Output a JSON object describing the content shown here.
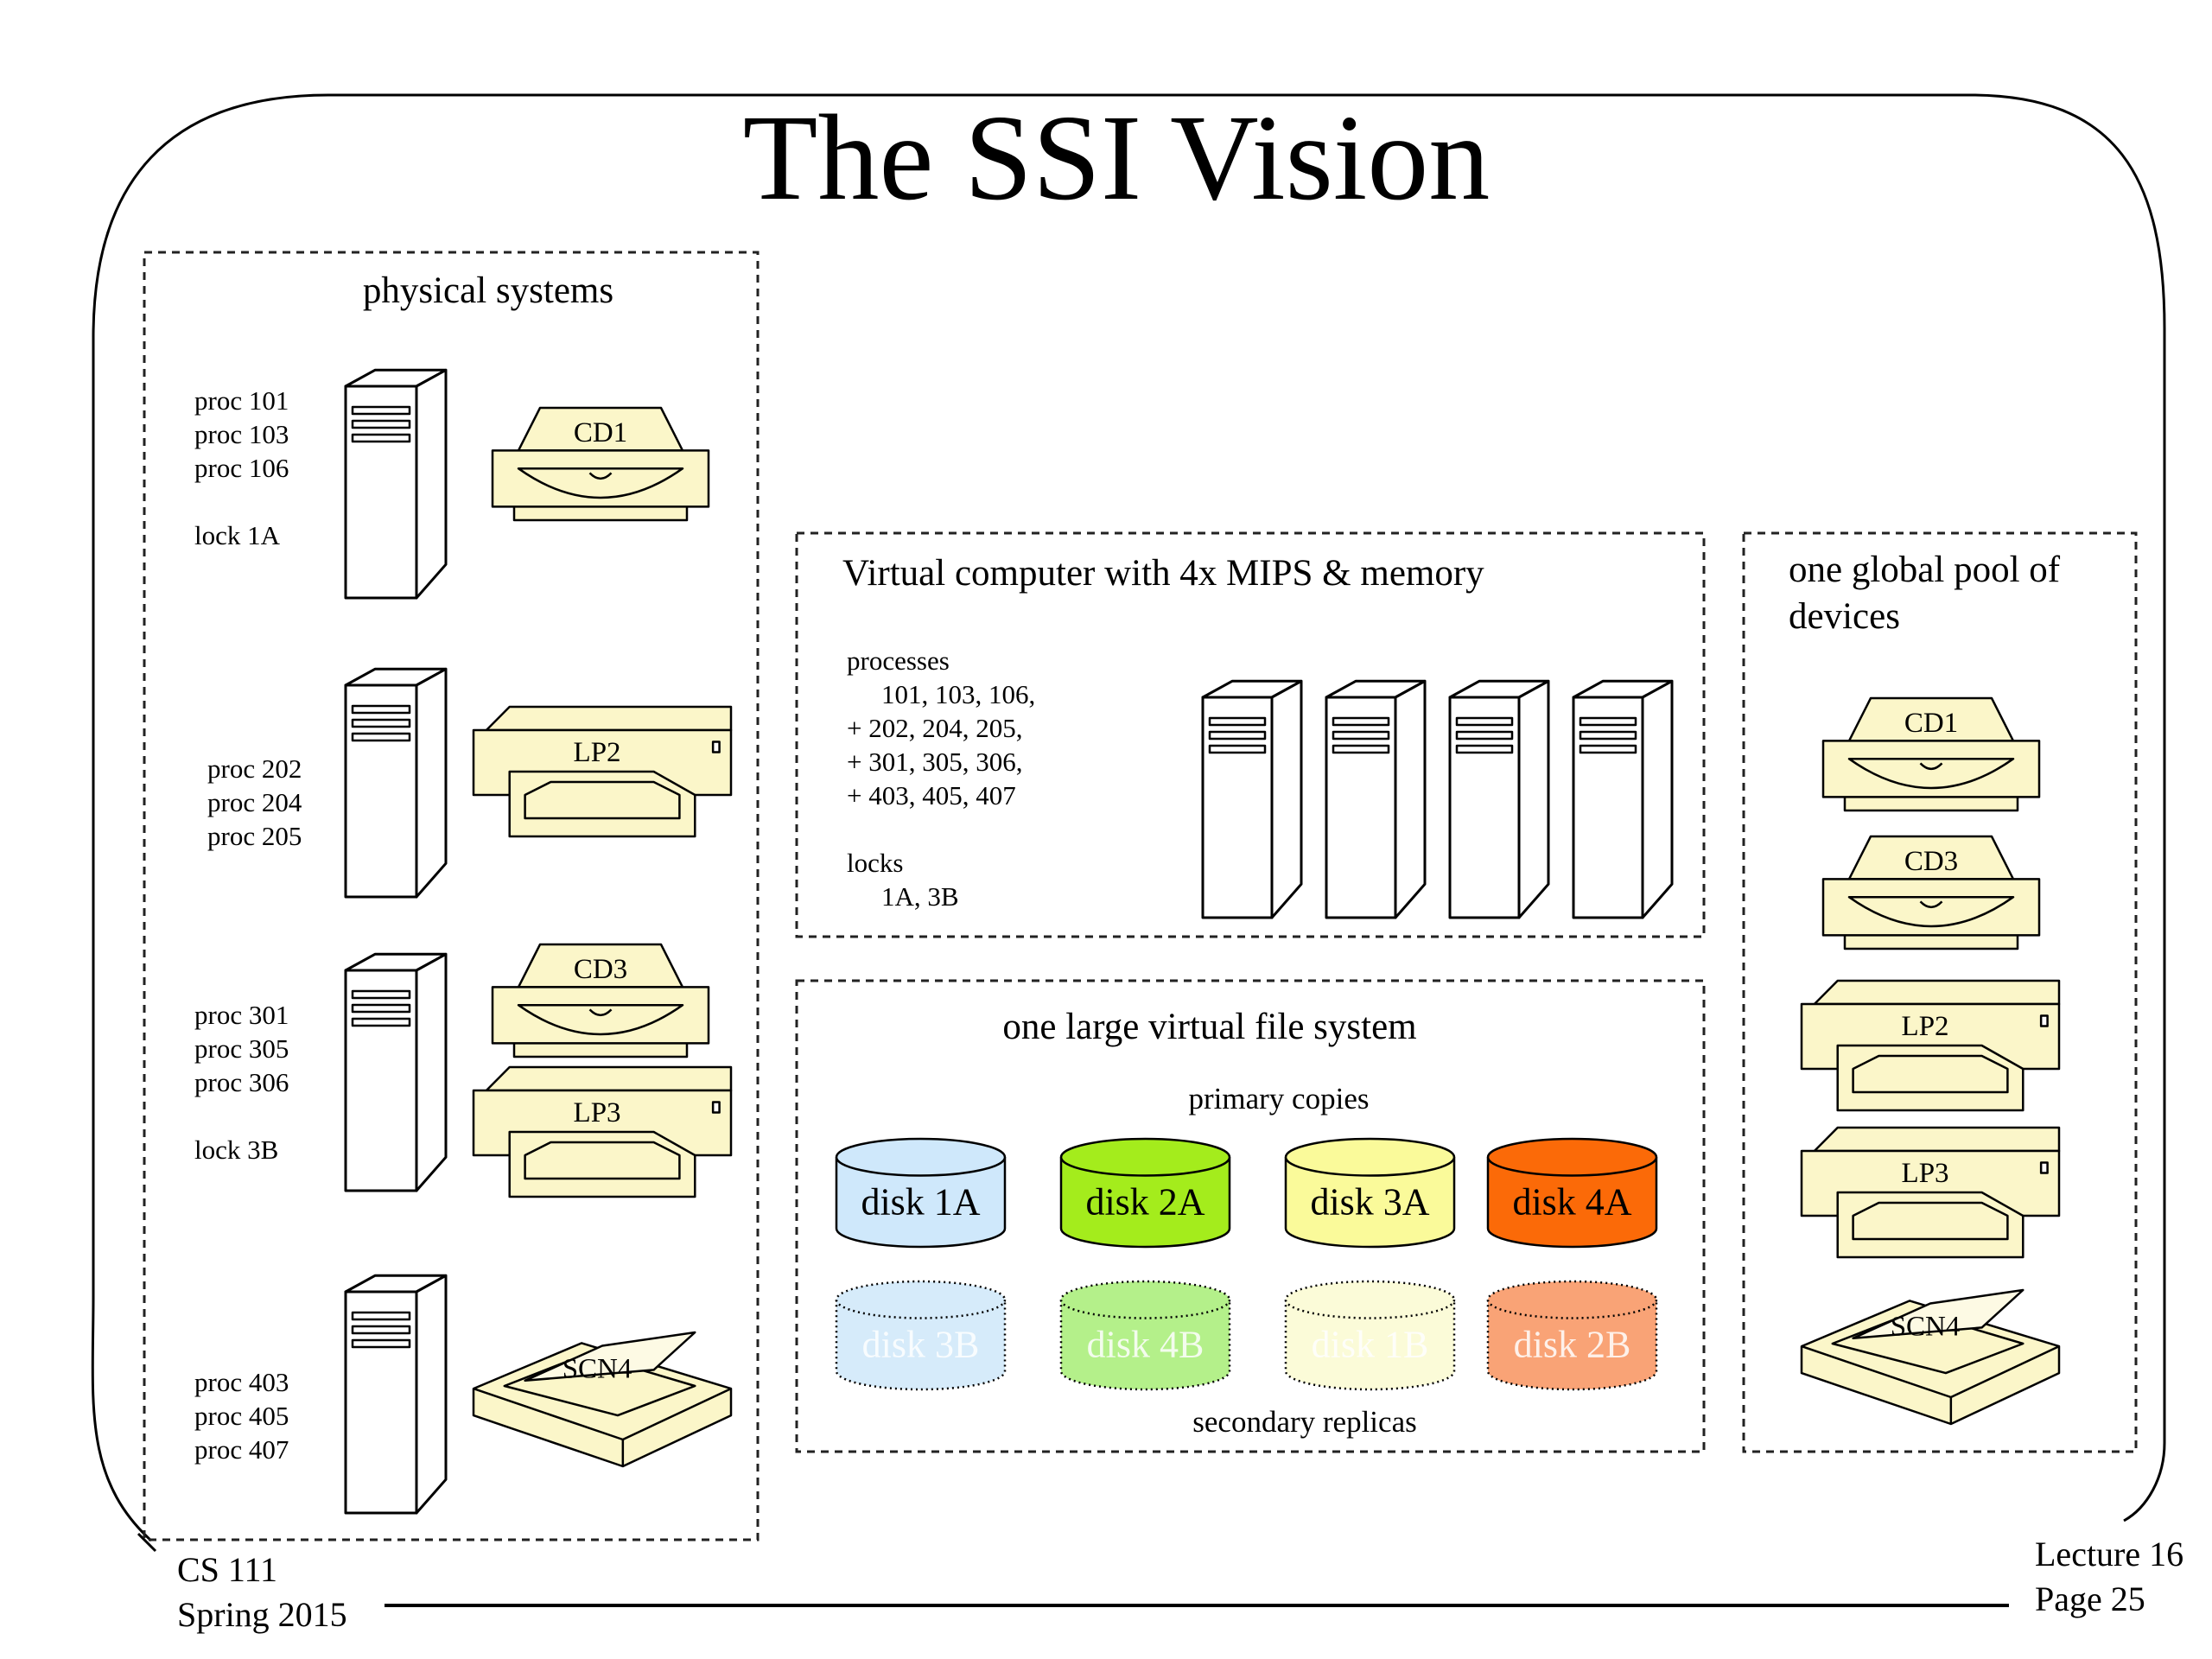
{
  "slide": {
    "title": "The SSI Vision",
    "footer": {
      "left": [
        "CS 111",
        "Spring 2015"
      ],
      "right": [
        "Lecture 16",
        "Page 25"
      ]
    }
  },
  "physical": {
    "heading": "physical systems",
    "systems": [
      {
        "lines": [
          "proc 101",
          "proc 103",
          "proc 106",
          "",
          "lock 1A"
        ],
        "devices": [
          {
            "kind": "cd",
            "label": "CD1"
          }
        ]
      },
      {
        "lines": [
          "proc 202",
          "proc 204",
          "proc 205"
        ],
        "devices": [
          {
            "kind": "printer",
            "label": "LP2"
          }
        ]
      },
      {
        "lines": [
          "proc 301",
          "proc 305",
          "proc 306",
          "",
          "lock 3B"
        ],
        "devices": [
          {
            "kind": "cd",
            "label": "CD3"
          },
          {
            "kind": "printer",
            "label": "LP3"
          }
        ]
      },
      {
        "lines": [
          "proc 403",
          "proc 405",
          "proc 407"
        ],
        "devices": [
          {
            "kind": "scanner",
            "label": "SCN4"
          }
        ]
      }
    ]
  },
  "virtual": {
    "heading": "Virtual computer with 4x MIPS & memory",
    "processes": [
      "processes",
      "101, 103, 106,",
      "+   202, 204, 205,",
      "+   301, 305, 306,",
      "+   403, 405, 407",
      "",
      "locks",
      "1A, 3B"
    ],
    "tower_count": 4
  },
  "filesystem": {
    "heading": "one large virtual file system",
    "primary_label": "primary copies",
    "secondary_label": "secondary replicas",
    "primary": [
      {
        "label": "disk 1A",
        "color": "#cfe8fb"
      },
      {
        "label": "disk 2A",
        "color": "#a4ec1c"
      },
      {
        "label": "disk 3A",
        "color": "#fafa9a"
      },
      {
        "label": "disk 4A",
        "color": "#fb6a08"
      }
    ],
    "secondary": [
      {
        "label": "disk 3B",
        "color": "#d6ebfa"
      },
      {
        "label": "disk 4B",
        "color": "#b4f08a"
      },
      {
        "label": "disk 1B",
        "color": "#fbfbd8"
      },
      {
        "label": "disk 2B",
        "color": "#f9a376"
      }
    ]
  },
  "pool": {
    "heading": [
      "one global pool of",
      "devices"
    ],
    "devices": [
      {
        "kind": "cd",
        "label": "CD1"
      },
      {
        "kind": "cd",
        "label": "CD3"
      },
      {
        "kind": "printer",
        "label": "LP2"
      },
      {
        "kind": "printer",
        "label": "LP3"
      },
      {
        "kind": "scanner",
        "label": "SCN4"
      }
    ]
  },
  "colors": {
    "device_fill": "#fbf6c9",
    "outline": "#000000"
  }
}
